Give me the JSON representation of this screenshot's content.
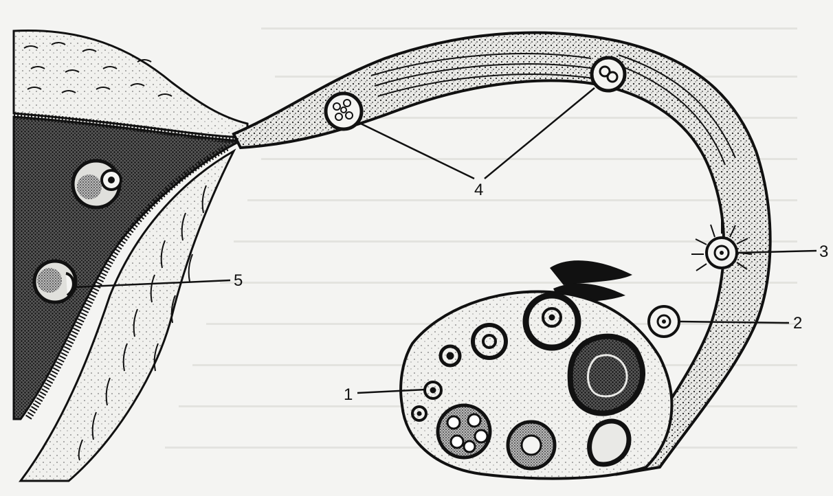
{
  "figure": {
    "labels": [
      {
        "id": "1",
        "text": "1"
      },
      {
        "id": "2",
        "text": "2"
      },
      {
        "id": "3",
        "text": "3"
      },
      {
        "id": "4",
        "text": "4"
      },
      {
        "id": "5",
        "text": "5"
      }
    ]
  },
  "colors": {
    "paper": "#f4f4f2",
    "ink": "#111111",
    "bleed_text": "#c9c9c6"
  }
}
